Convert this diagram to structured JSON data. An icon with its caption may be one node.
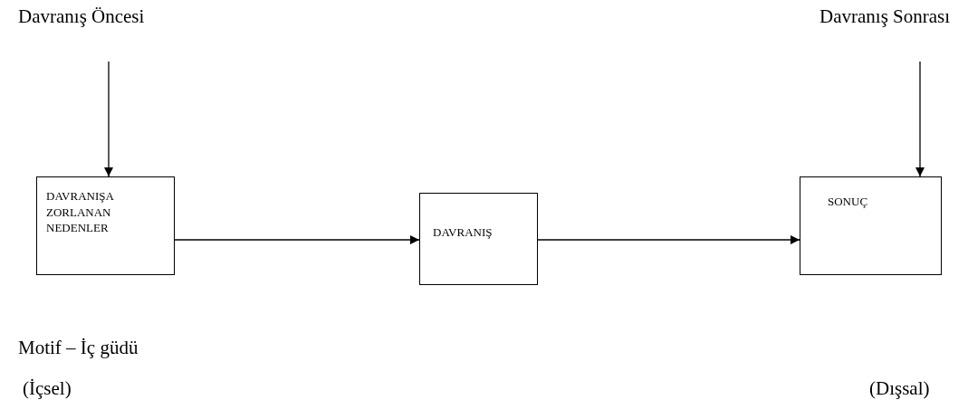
{
  "diagram": {
    "nodes": [
      {
        "text": [
          "Davranış Öncesi"
        ]
      },
      {
        "text": [
          "Davranış Sonrası"
        ]
      },
      {
        "text": [
          "DAVRANIŞA ZORLANAN NEDENLER"
        ]
      },
      {
        "text": [
          "DAVRANIŞ"
        ]
      },
      {
        "text": [
          "SONUÇ"
        ]
      }
    ],
    "edges": [
      {
        "from": 0,
        "to": 2,
        "arrow": "to"
      },
      {
        "from": 1,
        "to": 4,
        "arrow": "to"
      },
      {
        "from": 2,
        "to": 3,
        "arrow": "to"
      },
      {
        "from": 3,
        "to": 4,
        "arrow": "to"
      }
    ],
    "labels": [
      "Motif – İç güdü",
      "(İçsel)",
      "(Dışsal)"
    ]
  }
}
